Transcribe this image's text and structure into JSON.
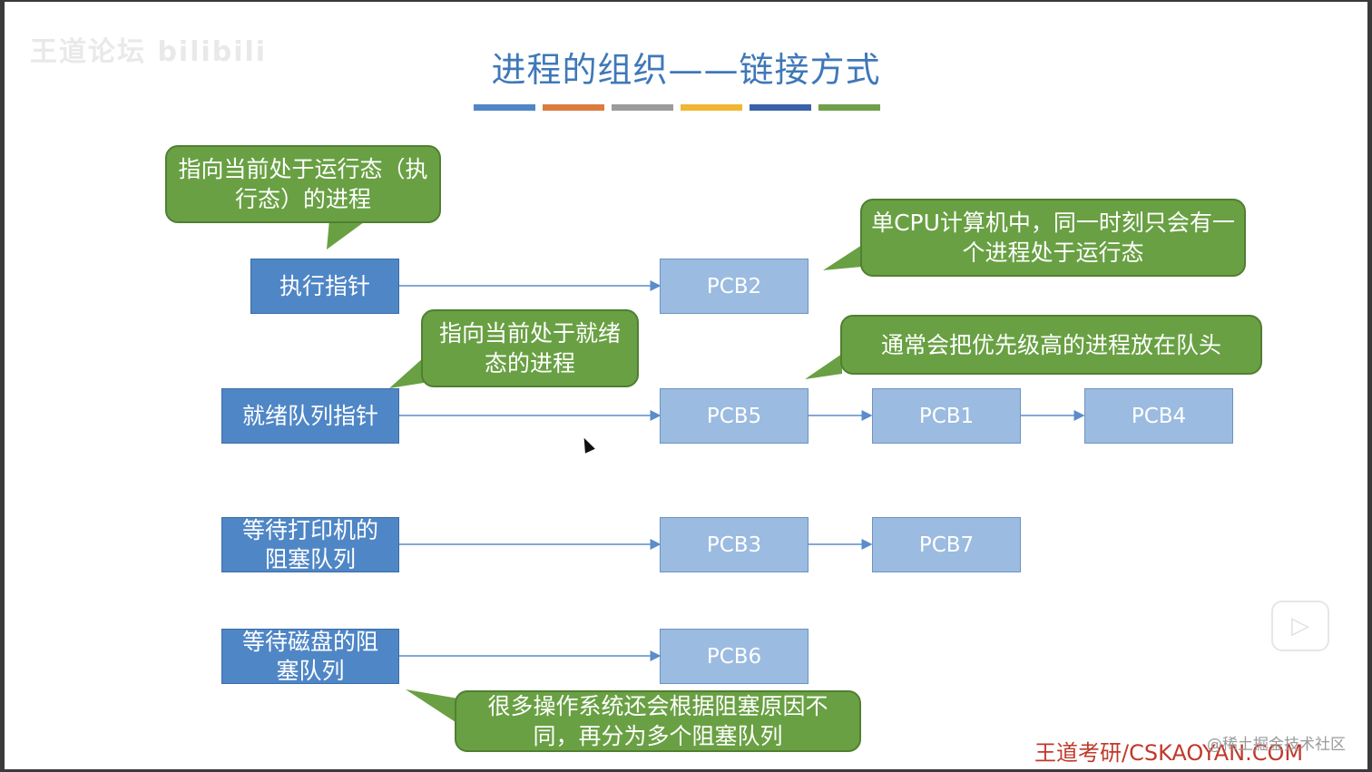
{
  "watermark": "王道论坛 bilibili",
  "title": "进程的组织——链接方式",
  "color_bars": [
    "#4f86c6",
    "#dd7b3f",
    "#9b9b9b",
    "#f1b632",
    "#3b62a8",
    "#6ea04a"
  ],
  "pointers": {
    "exec": "执行指针",
    "ready": "就绪队列指针",
    "printer_block": "等待打印机的阻塞队列",
    "disk_block": "等待磁盘的阻塞队列"
  },
  "pcbs": {
    "pcb2": "PCB2",
    "pcb5": "PCB5",
    "pcb1": "PCB1",
    "pcb4": "PCB4",
    "pcb3": "PCB3",
    "pcb7": "PCB7",
    "pcb6": "PCB6"
  },
  "callouts": {
    "exec_desc": "指向当前处于运行态（执行态）的进程",
    "single_cpu": "单CPU计算机中，同一时刻只会有一个进程处于运行态",
    "ready_desc": "指向当前处于就绪态的进程",
    "priority": "通常会把优先级高的进程放在队头",
    "block_reason": "很多操作系统还会根据阻塞原因不同，再分为多个阻塞队列"
  },
  "footer": "王道考研/CSKAOYAN.COM",
  "corner_watermark": "@稀土掘金技术社区",
  "colors": {
    "pointer_box": "#4f86c6",
    "pcb_box": "#9bbbe0",
    "callout": "#69a043",
    "title": "#3f78b8",
    "footer": "#c0392b"
  }
}
